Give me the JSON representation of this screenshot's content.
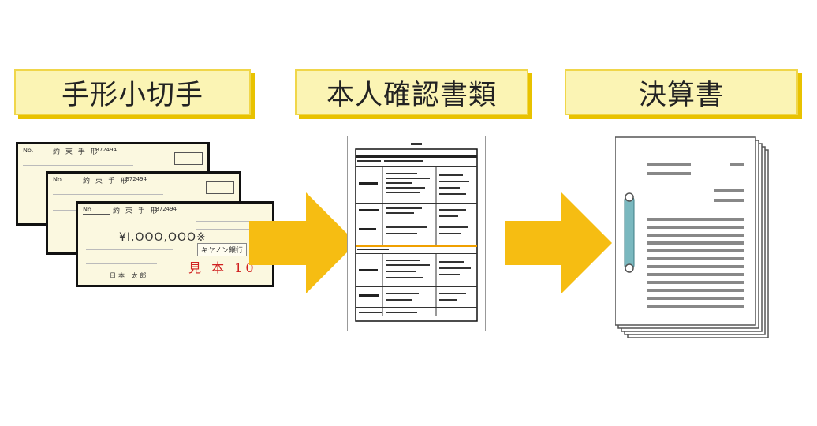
{
  "steps": [
    {
      "label": "手形小切手"
    },
    {
      "label": "本人確認書類"
    },
    {
      "label": "決算書"
    }
  ],
  "notes": {
    "back": {
      "no": "No.",
      "name": "約 束 手 形",
      "serial": "B72494"
    },
    "mid": {
      "no": "No.",
      "name": "約 束 手 形",
      "serial": "B72494"
    },
    "front": {
      "no": "No.",
      "name": "約 束 手 形",
      "serial": "B72494",
      "amount": "¥Ι,ΟΟΟ,ΟΟΟ※",
      "bank": "キヤノン銀行",
      "payee": "日本 太郎",
      "stamp": "見 本 10"
    }
  },
  "colors": {
    "label_bg": "#fbf4b4",
    "label_shadow": "#e8c200",
    "arrow": "#f6bd12",
    "note_bg": "#fbf8e0",
    "stamp": "#d02020",
    "doc_accent": "#f0a000",
    "binder": "#7ab8bf"
  },
  "icons": {
    "arrow1": "arrow-right-icon",
    "arrow2": "arrow-right-icon",
    "binder": "binder-clip-icon"
  }
}
